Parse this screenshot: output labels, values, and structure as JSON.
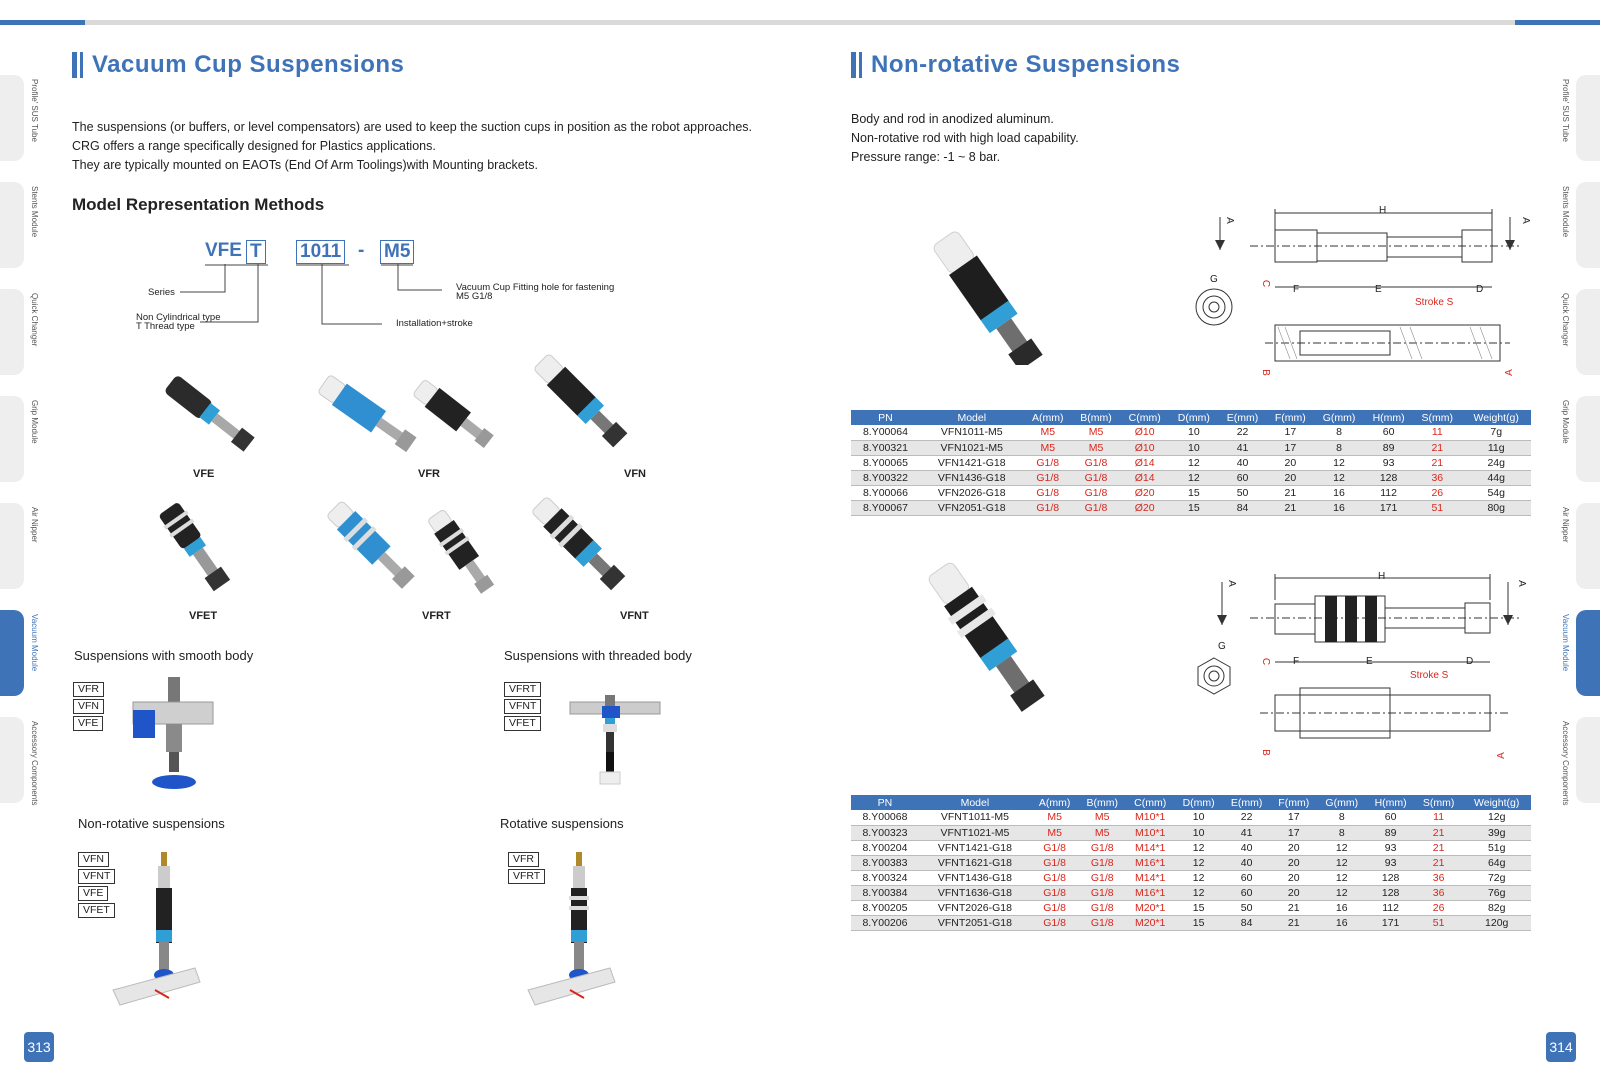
{
  "left_page": {
    "title": "Vacuum Cup Suspensions",
    "intro_lines": [
      "The suspensions (or buffers, or level compensators) are used to keep the suction cups in position as the robot approaches.",
      "CRG offers a range specifically designed for Plastics applications.",
      "They are typically mounted on EAOTs (End Of Arm Toolings)with Mounting brackets."
    ],
    "model_heading": "Model Representation Methods",
    "model_code": {
      "series": "VFE",
      "type_letter": "T",
      "install": "1011",
      "dash": "-",
      "fitting": "M5",
      "label_series": "Series",
      "label_type_1": "Non Cylindrical type",
      "label_type_2": "T Thread type",
      "label_install": "Installation+stroke",
      "label_fitting_1": "Vacuum Cup Fitting hole for fastening",
      "label_fitting_2": "M5   G1/8"
    },
    "products_row1": [
      "VFE",
      "VFR",
      "VFN"
    ],
    "products_row2": [
      "VFET",
      "VFRT",
      "VFNT"
    ],
    "smooth_body": {
      "caption": "Suspensions with smooth body",
      "tags": [
        "VFR",
        "VFN",
        "VFE"
      ]
    },
    "threaded_body": {
      "caption": "Suspensions with threaded body",
      "tags": [
        "VFRT",
        "VFNT",
        "VFET"
      ]
    },
    "non_rotative": {
      "caption": "Non-rotative suspensions",
      "tags": [
        "VFN",
        "VFNT",
        "VFE",
        "VFET"
      ]
    },
    "rotative": {
      "caption": "Rotative suspensions",
      "tags": [
        "VFR",
        "VFRT"
      ]
    },
    "page_number": "313"
  },
  "right_page": {
    "title": "Non-rotative Suspensions",
    "intro_lines": [
      "Body and rod in anodized aluminum.",
      "Non-rotative rod with high load capability.",
      "Pressure range: -1 ~ 8 bar."
    ],
    "diagram_labels": {
      "H": "H",
      "A": "A",
      "G": "G",
      "C": "C",
      "F": "F",
      "E": "E",
      "D": "D",
      "B": "B",
      "stroke": "Stroke S"
    },
    "table_headers": [
      "PN",
      "Model",
      "A(mm)",
      "B(mm)",
      "C(mm)",
      "D(mm)",
      "E(mm)",
      "F(mm)",
      "G(mm)",
      "H(mm)",
      "S(mm)",
      "Weight(g)"
    ],
    "table1": [
      [
        "8.Y00064",
        "VFN1011-M5",
        "M5",
        "M5",
        "Ø10",
        "10",
        "22",
        "17",
        "8",
        "60",
        "11",
        "7g"
      ],
      [
        "8.Y00321",
        "VFN1021-M5",
        "M5",
        "M5",
        "Ø10",
        "10",
        "41",
        "17",
        "8",
        "89",
        "21",
        "11g"
      ],
      [
        "8.Y00065",
        "VFN1421-G18",
        "G1/8",
        "G1/8",
        "Ø14",
        "12",
        "40",
        "20",
        "12",
        "93",
        "21",
        "24g"
      ],
      [
        "8.Y00322",
        "VFN1436-G18",
        "G1/8",
        "G1/8",
        "Ø14",
        "12",
        "60",
        "20",
        "12",
        "128",
        "36",
        "44g"
      ],
      [
        "8.Y00066",
        "VFN2026-G18",
        "G1/8",
        "G1/8",
        "Ø20",
        "15",
        "50",
        "21",
        "16",
        "112",
        "26",
        "54g"
      ],
      [
        "8.Y00067",
        "VFN2051-G18",
        "G1/8",
        "G1/8",
        "Ø20",
        "15",
        "84",
        "21",
        "16",
        "171",
        "51",
        "80g"
      ]
    ],
    "table2": [
      [
        "8.Y00068",
        "VFNT1011-M5",
        "M5",
        "M5",
        "M10*1",
        "10",
        "22",
        "17",
        "8",
        "60",
        "11",
        "12g"
      ],
      [
        "8.Y00323",
        "VFNT1021-M5",
        "M5",
        "M5",
        "M10*1",
        "10",
        "41",
        "17",
        "8",
        "89",
        "21",
        "39g"
      ],
      [
        "8.Y00204",
        "VFNT1421-G18",
        "G1/8",
        "G1/8",
        "M14*1",
        "12",
        "40",
        "20",
        "12",
        "93",
        "21",
        "51g"
      ],
      [
        "8.Y00383",
        "VFNT1621-G18",
        "G1/8",
        "G1/8",
        "M16*1",
        "12",
        "40",
        "20",
        "12",
        "93",
        "21",
        "64g"
      ],
      [
        "8.Y00324",
        "VFNT1436-G18",
        "G1/8",
        "G1/8",
        "M14*1",
        "12",
        "60",
        "20",
        "12",
        "128",
        "36",
        "72g"
      ],
      [
        "8.Y00384",
        "VFNT1636-G18",
        "G1/8",
        "G1/8",
        "M16*1",
        "12",
        "60",
        "20",
        "12",
        "128",
        "36",
        "76g"
      ],
      [
        "8.Y00205",
        "VFNT2026-G18",
        "G1/8",
        "G1/8",
        "M20*1",
        "15",
        "50",
        "21",
        "16",
        "112",
        "26",
        "82g"
      ],
      [
        "8.Y00206",
        "VFNT2051-G18",
        "G1/8",
        "G1/8",
        "M20*1",
        "15",
        "84",
        "21",
        "16",
        "171",
        "51",
        "120g"
      ]
    ],
    "red_columns": [
      2,
      3,
      4,
      10
    ],
    "page_number": "314"
  },
  "side_tabs": [
    "Profile' SUS Tube",
    "Stents Module",
    "Quick Changer",
    "Grip Module",
    "Air Nipper",
    "Vacuum Module",
    "Accessory Components"
  ],
  "active_tab_index": 5,
  "colors": {
    "accent": "#3f73b8",
    "red": "#d9261c",
    "grey_row": "#e6e6e6"
  }
}
